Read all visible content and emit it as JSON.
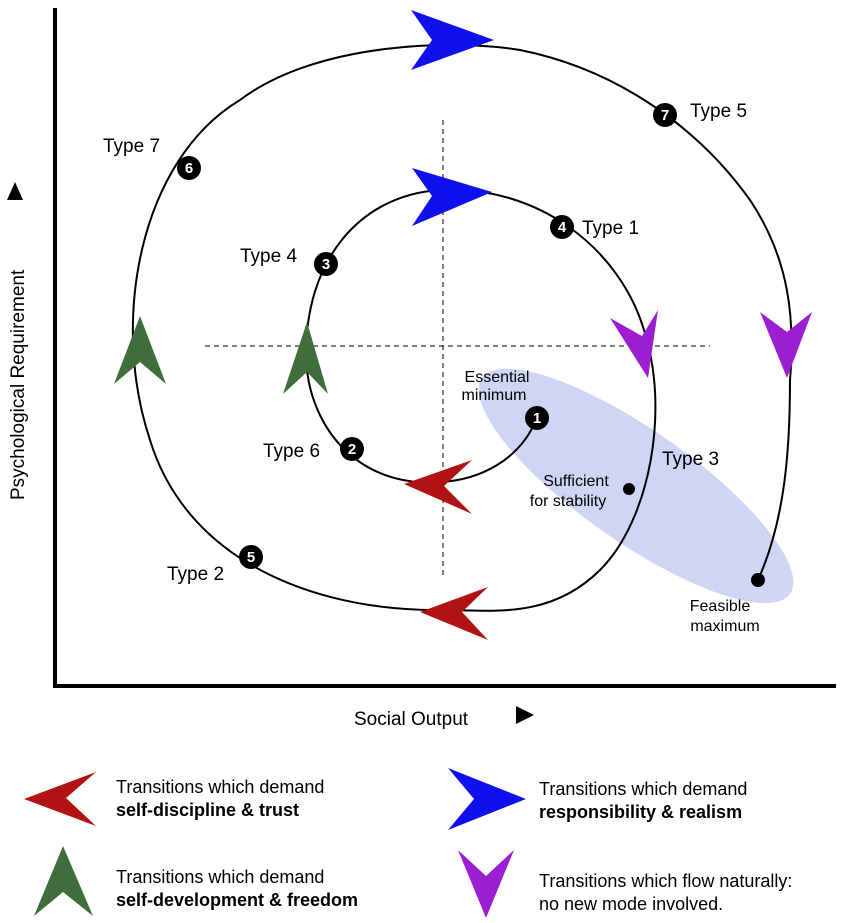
{
  "axes": {
    "y_label": "Psychological Requirement",
    "x_label": "Social Output"
  },
  "points": {
    "essential_line1": "Essential",
    "essential_line2": "minimum",
    "sufficient_line1": "Sufficient",
    "sufficient_line2": "for stability",
    "feasible_line1": "Feasible",
    "feasible_line2": "maximum"
  },
  "markers": [
    {
      "num": "1",
      "type_label": ""
    },
    {
      "num": "2",
      "type_label": "Type 6"
    },
    {
      "num": "3",
      "type_label": "Type 4"
    },
    {
      "num": "4",
      "type_label": "Type 1"
    },
    {
      "num": "5",
      "type_label": "Type 2"
    },
    {
      "num": "6",
      "type_label": "Type 7"
    },
    {
      "num": "7",
      "type_label": "Type 5"
    }
  ],
  "zone_label": "Type 3",
  "legend": [
    {
      "color": "#b11313",
      "line1": "Transitions which demand",
      "line2": "self-discipline & trust"
    },
    {
      "color": "#1010ef",
      "line1": "Transitions which demand",
      "line2": "responsibility & realism"
    },
    {
      "color": "#3f6d3b",
      "line1": "Transitions which demand",
      "line2": "self-development & freedom"
    },
    {
      "color": "#9b1ed3",
      "line1": "Transitions which flow naturally:",
      "line2": "no new mode involved."
    }
  ],
  "colors": {
    "red": "#b11313",
    "blue": "#1010ef",
    "green": "#3f6d3b",
    "purple": "#9b1ed3",
    "zone": "#c9d0f4"
  }
}
